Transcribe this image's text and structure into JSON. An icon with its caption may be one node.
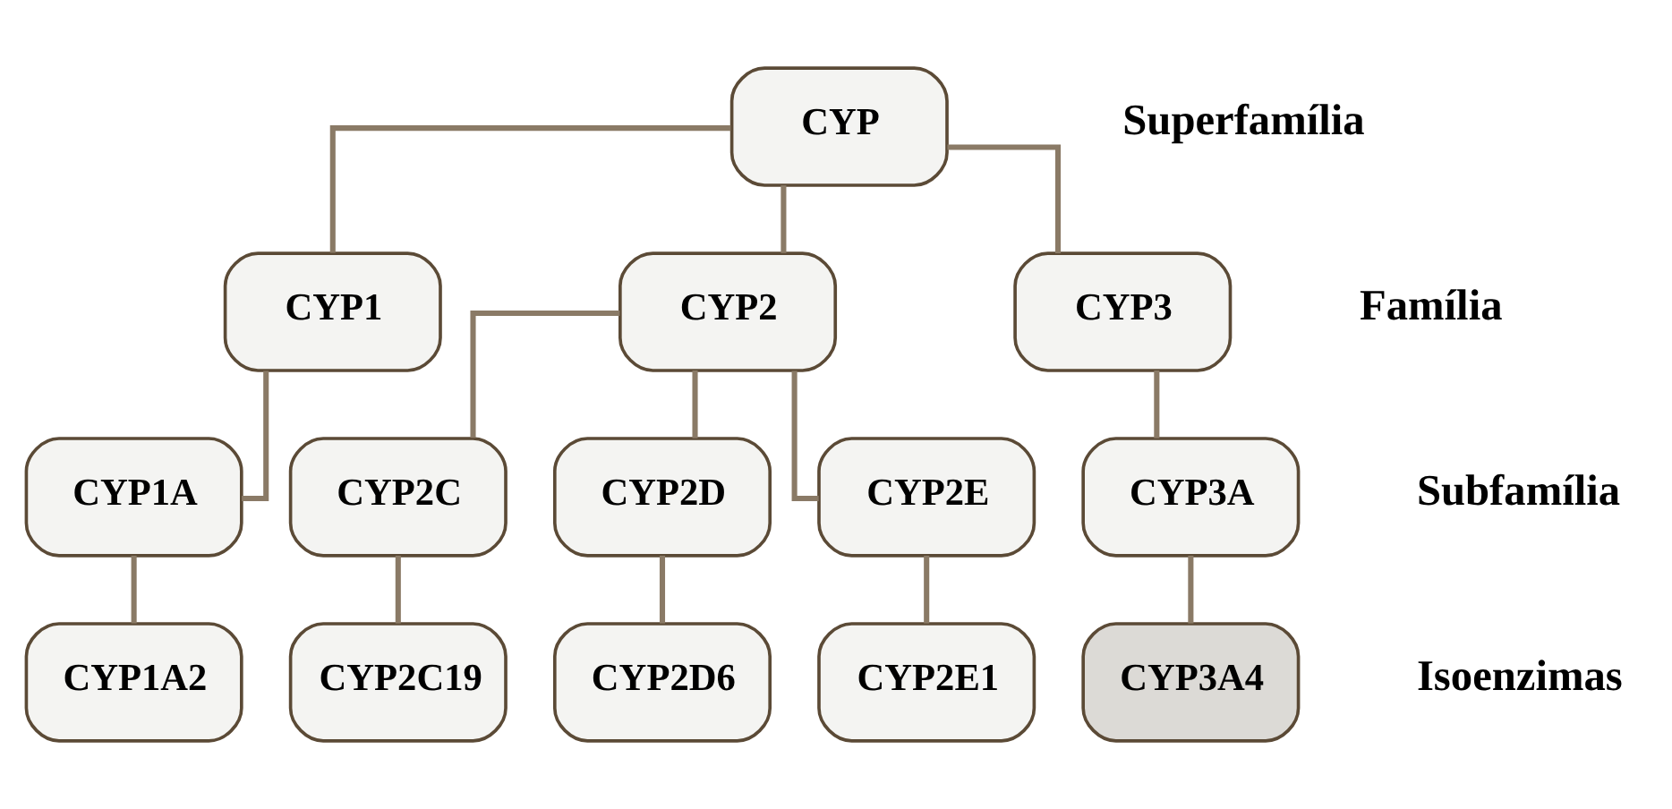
{
  "diagram": {
    "nodes": [
      {
        "text": [
          "CYP"
        ]
      },
      {
        "text": [
          "CYP1"
        ]
      },
      {
        "text": [
          "CYP2"
        ]
      },
      {
        "text": [
          "CYP3"
        ]
      },
      {
        "text": [
          "CYP1A"
        ]
      },
      {
        "text": [
          "CYP2C"
        ]
      },
      {
        "text": [
          "CYP2D"
        ]
      },
      {
        "text": [
          "CYP2E"
        ]
      },
      {
        "text": [
          "CYP3A"
        ]
      },
      {
        "text": [
          "CYP1A2"
        ]
      },
      {
        "text": [
          "CYP2C19"
        ]
      },
      {
        "text": [
          "CYP2D6"
        ]
      },
      {
        "text": [
          "CYP2E1"
        ]
      },
      {
        "text": [
          "CYP3A4"
        ]
      }
    ],
    "edges": [
      {
        "from": 0,
        "to": 1,
        "arrow": "none"
      },
      {
        "from": 0,
        "to": 2,
        "arrow": "none"
      },
      {
        "from": 0,
        "to": 3,
        "arrow": "none"
      },
      {
        "from": 1,
        "to": 4,
        "arrow": "none"
      },
      {
        "from": 2,
        "to": 5,
        "arrow": "none"
      },
      {
        "from": 2,
        "to": 6,
        "arrow": "none"
      },
      {
        "from": 2,
        "to": 7,
        "arrow": "none"
      },
      {
        "from": 3,
        "to": 8,
        "arrow": "none"
      },
      {
        "from": 4,
        "to": 9,
        "arrow": "none"
      },
      {
        "from": 5,
        "to": 10,
        "arrow": "none"
      },
      {
        "from": 6,
        "to": 11,
        "arrow": "none"
      },
      {
        "from": 7,
        "to": 12,
        "arrow": "none"
      },
      {
        "from": 8,
        "to": 13,
        "arrow": "none"
      }
    ],
    "labels": [
      "Superfamília",
      "Família",
      "Subfamília",
      "Isoenzimas"
    ]
  }
}
